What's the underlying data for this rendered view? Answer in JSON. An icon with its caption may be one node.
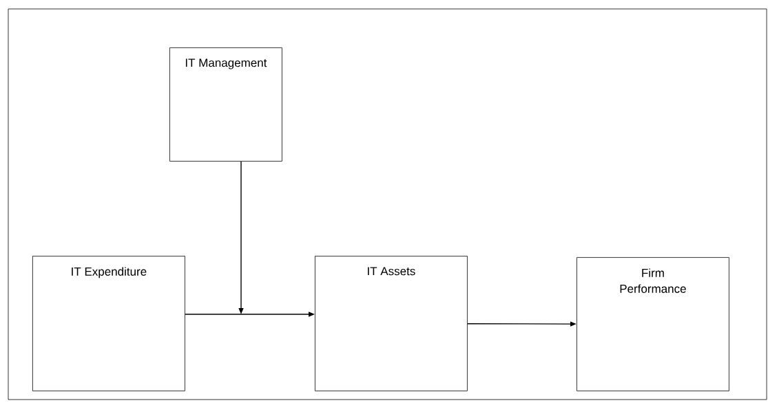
{
  "diagram": {
    "nodes": [
      {
        "text": [
          "IT Management"
        ]
      },
      {
        "text": [
          "IT Expenditure"
        ]
      },
      {
        "text": [
          "IT Assets"
        ]
      },
      {
        "text": [
          "Firm Performance"
        ]
      }
    ],
    "edges": [
      {
        "from": 1,
        "to": 2,
        "arrow": "to"
      },
      {
        "from": 2,
        "to": 3,
        "arrow": "to"
      },
      {
        "from": 0,
        "to": null,
        "arrow": "to"
      }
    ]
  }
}
